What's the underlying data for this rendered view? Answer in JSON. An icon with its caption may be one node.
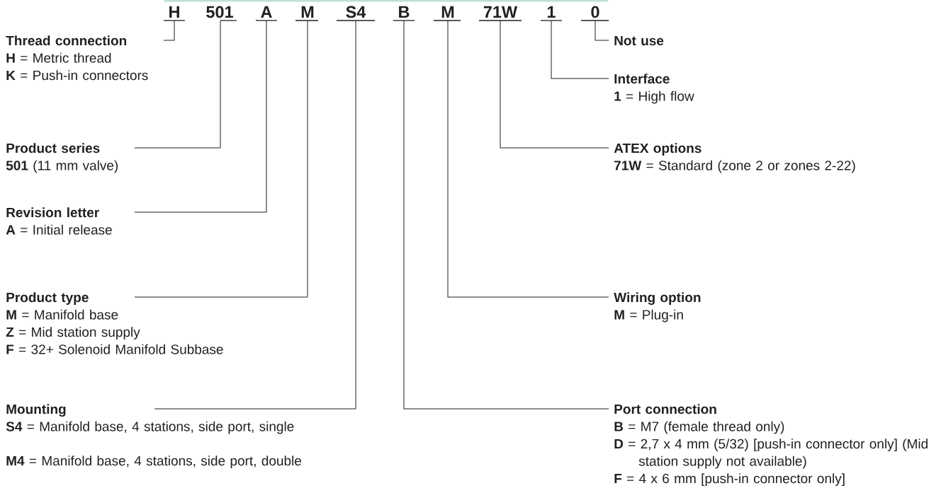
{
  "diagram": {
    "nodes": [
      {
        "text": [
          "H"
        ]
      },
      {
        "text": [
          "501"
        ]
      },
      {
        "text": [
          "A"
        ]
      },
      {
        "text": [
          "M"
        ]
      },
      {
        "text": [
          "S4"
        ]
      },
      {
        "text": [
          "B"
        ]
      },
      {
        "text": [
          "M"
        ]
      },
      {
        "text": [
          "71W"
        ]
      },
      {
        "text": [
          "1"
        ]
      },
      {
        "text": [
          "0"
        ]
      },
      {
        "text": [
          "Thread connection",
          "**H** = Metric thread",
          "**K** = Push-in connectors"
        ]
      },
      {
        "text": [
          "Not use"
        ]
      },
      {
        "text": [
          "Interface",
          "**1** = High flow"
        ]
      },
      {
        "text": [
          "Product series",
          "**501** (11 mm valve)"
        ]
      },
      {
        "text": [
          "ATEX options",
          "**71W** = Standard (zone 2 or zones 2-22)"
        ]
      },
      {
        "text": [
          "Revision letter",
          "**A** = Initial release"
        ]
      },
      {
        "text": [
          "Product type",
          "**M** = Manifold base",
          "**Z** = Mid station supply",
          "**F** = 32+ Solenoid Manifold Subbase"
        ]
      },
      {
        "text": [
          "Wiring option",
          "**M** = Plug-in"
        ]
      },
      {
        "text": [
          "Mounting",
          "**S4** = Manifold base, 4 stations, side port, single",
          "**M4** = Manifold base, 4 stations, side port, double"
        ]
      },
      {
        "text": [
          "Port connection",
          "**B** = M7 (female thread only)",
          "**D** = 2,7 x 4 mm (5/32) [push-in connector only] (Mid station supply not available)",
          "**F** = 4 x 6 mm [push-in connector only]"
        ]
      }
    ],
    "edges": [
      {
        "from": 0,
        "to": 10,
        "arrow": "none"
      },
      {
        "from": 1,
        "to": 13,
        "arrow": "none"
      },
      {
        "from": 2,
        "to": 15,
        "arrow": "none"
      },
      {
        "from": 3,
        "to": 16,
        "arrow": "none"
      },
      {
        "from": 4,
        "to": 18,
        "arrow": "none"
      },
      {
        "from": 5,
        "to": 19,
        "arrow": "none"
      },
      {
        "from": 6,
        "to": 17,
        "arrow": "none"
      },
      {
        "from": 7,
        "to": 14,
        "arrow": "none"
      },
      {
        "from": 8,
        "to": 12,
        "arrow": "none"
      },
      {
        "from": 9,
        "to": 11,
        "arrow": "none"
      }
    ]
  }
}
